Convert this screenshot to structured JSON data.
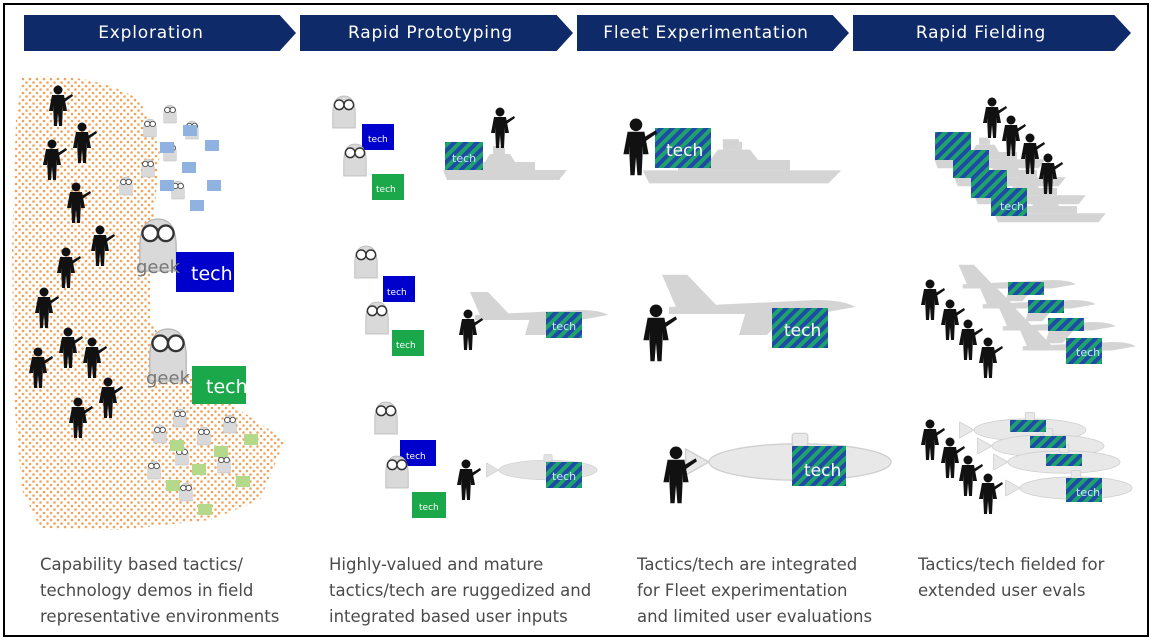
{
  "stages": [
    {
      "title": "Exploration",
      "caption": "Capability based tactics/\ntechnology demos in field\nrepresentative environments"
    },
    {
      "title": "Rapid Prototyping",
      "caption": "Highly-valued and mature\ntactics/tech are ruggedized and\nintegrated based user inputs"
    },
    {
      "title": "Fleet Experimentation",
      "caption": "Tactics/tech are integrated\nfor Fleet experimentation\nand limited user evaluations"
    },
    {
      "title": "Rapid Fielding",
      "caption": "Tactics/tech fielded for\nextended user evals"
    }
  ],
  "labels": {
    "geek": "geek",
    "tech": "tech"
  },
  "colors": {
    "banner": "#0f2a68",
    "tech_blue": "#0000cc",
    "tech_green": "#1aa84a",
    "tech_stripe_blue": "#1f4aa8",
    "tech_stripe_green": "#1ea36a",
    "vehicle_gray": "#d4d4d4",
    "dot_orange": "#f2a35a",
    "soldier": "#111111"
  }
}
